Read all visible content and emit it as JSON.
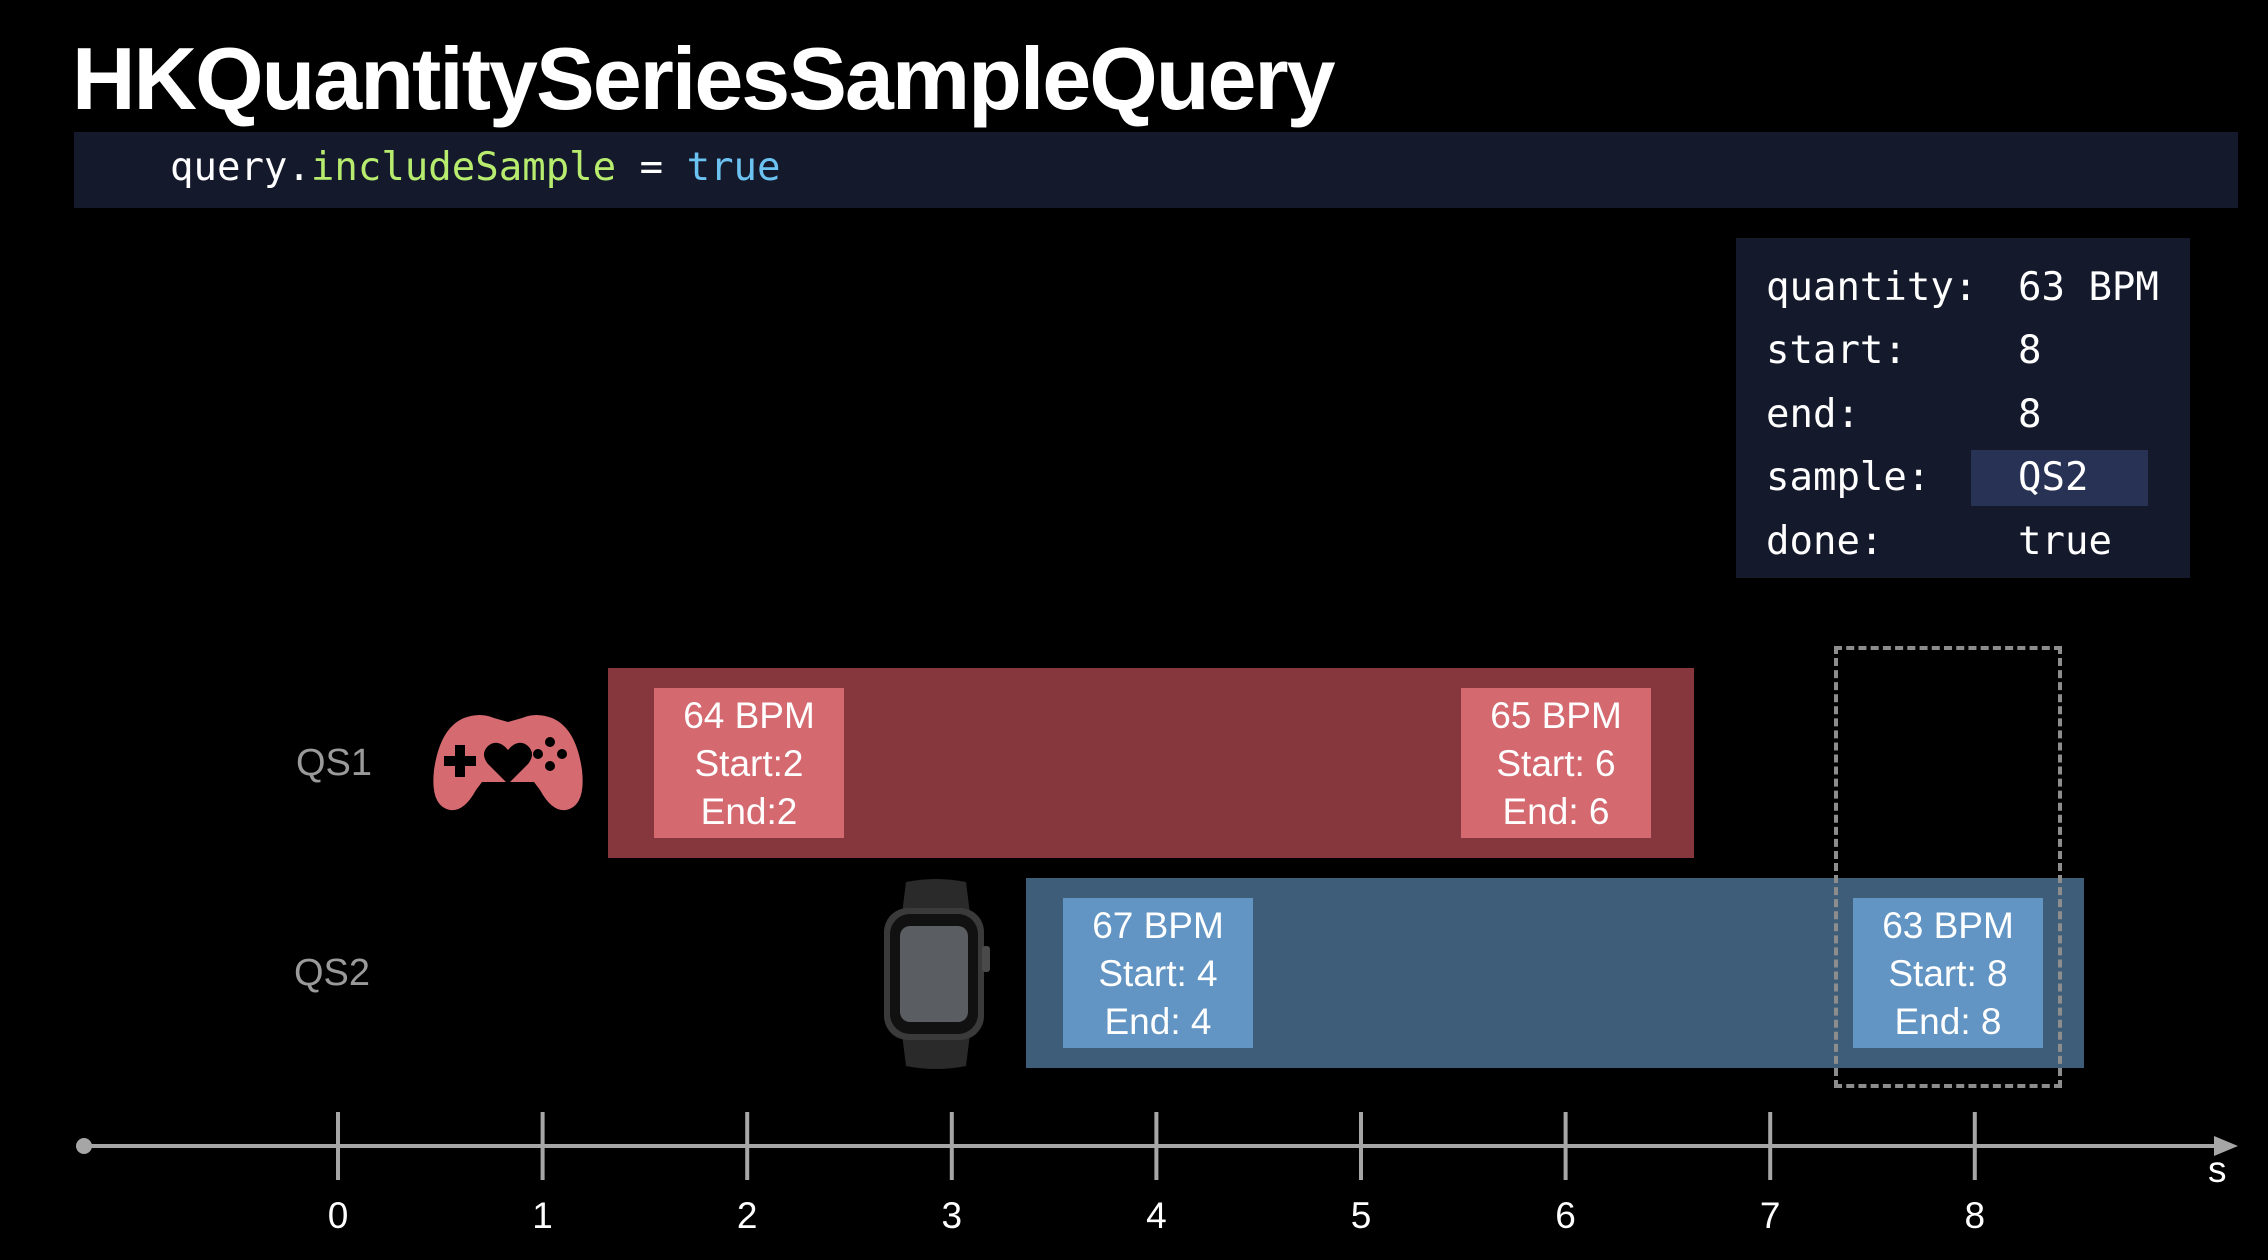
{
  "title": "HKQuantitySeriesSampleQuery",
  "code": {
    "object": "query",
    "dot": ".",
    "property": "includeSample",
    "op": " = ",
    "value": "true"
  },
  "result": [
    {
      "key": "quantity:",
      "value": "63 BPM"
    },
    {
      "key": "start:",
      "value": "8"
    },
    {
      "key": "end:",
      "value": "8"
    },
    {
      "key": "sample:",
      "value": "QS2"
    },
    {
      "key": "done:",
      "value": "true"
    }
  ],
  "series": [
    {
      "label": "QS1",
      "icon": "game-controller-heart-icon",
      "samples": [
        {
          "line1": "64 BPM",
          "line2": "Start:2",
          "line3": "End:2"
        },
        {
          "line1": "65 BPM",
          "line2": "Start: 6",
          "line3": "End: 6"
        }
      ]
    },
    {
      "label": "QS2",
      "icon": "apple-watch-icon",
      "samples": [
        {
          "line1": "67 BPM",
          "line2": "Start: 4",
          "line3": "End: 4"
        },
        {
          "line1": "63 BPM",
          "line2": "Start: 8",
          "line3": "End: 8"
        }
      ]
    }
  ],
  "axis": {
    "ticks": [
      "0",
      "1",
      "2",
      "3",
      "4",
      "5",
      "6",
      "7",
      "8"
    ],
    "unit": "s"
  },
  "colors": {
    "qs1_band": "#86363d",
    "qs1_card": "#d46a70",
    "qs2_band": "#3e5d79",
    "qs2_card": "#6295c3",
    "code_bg": "#141a2c"
  }
}
